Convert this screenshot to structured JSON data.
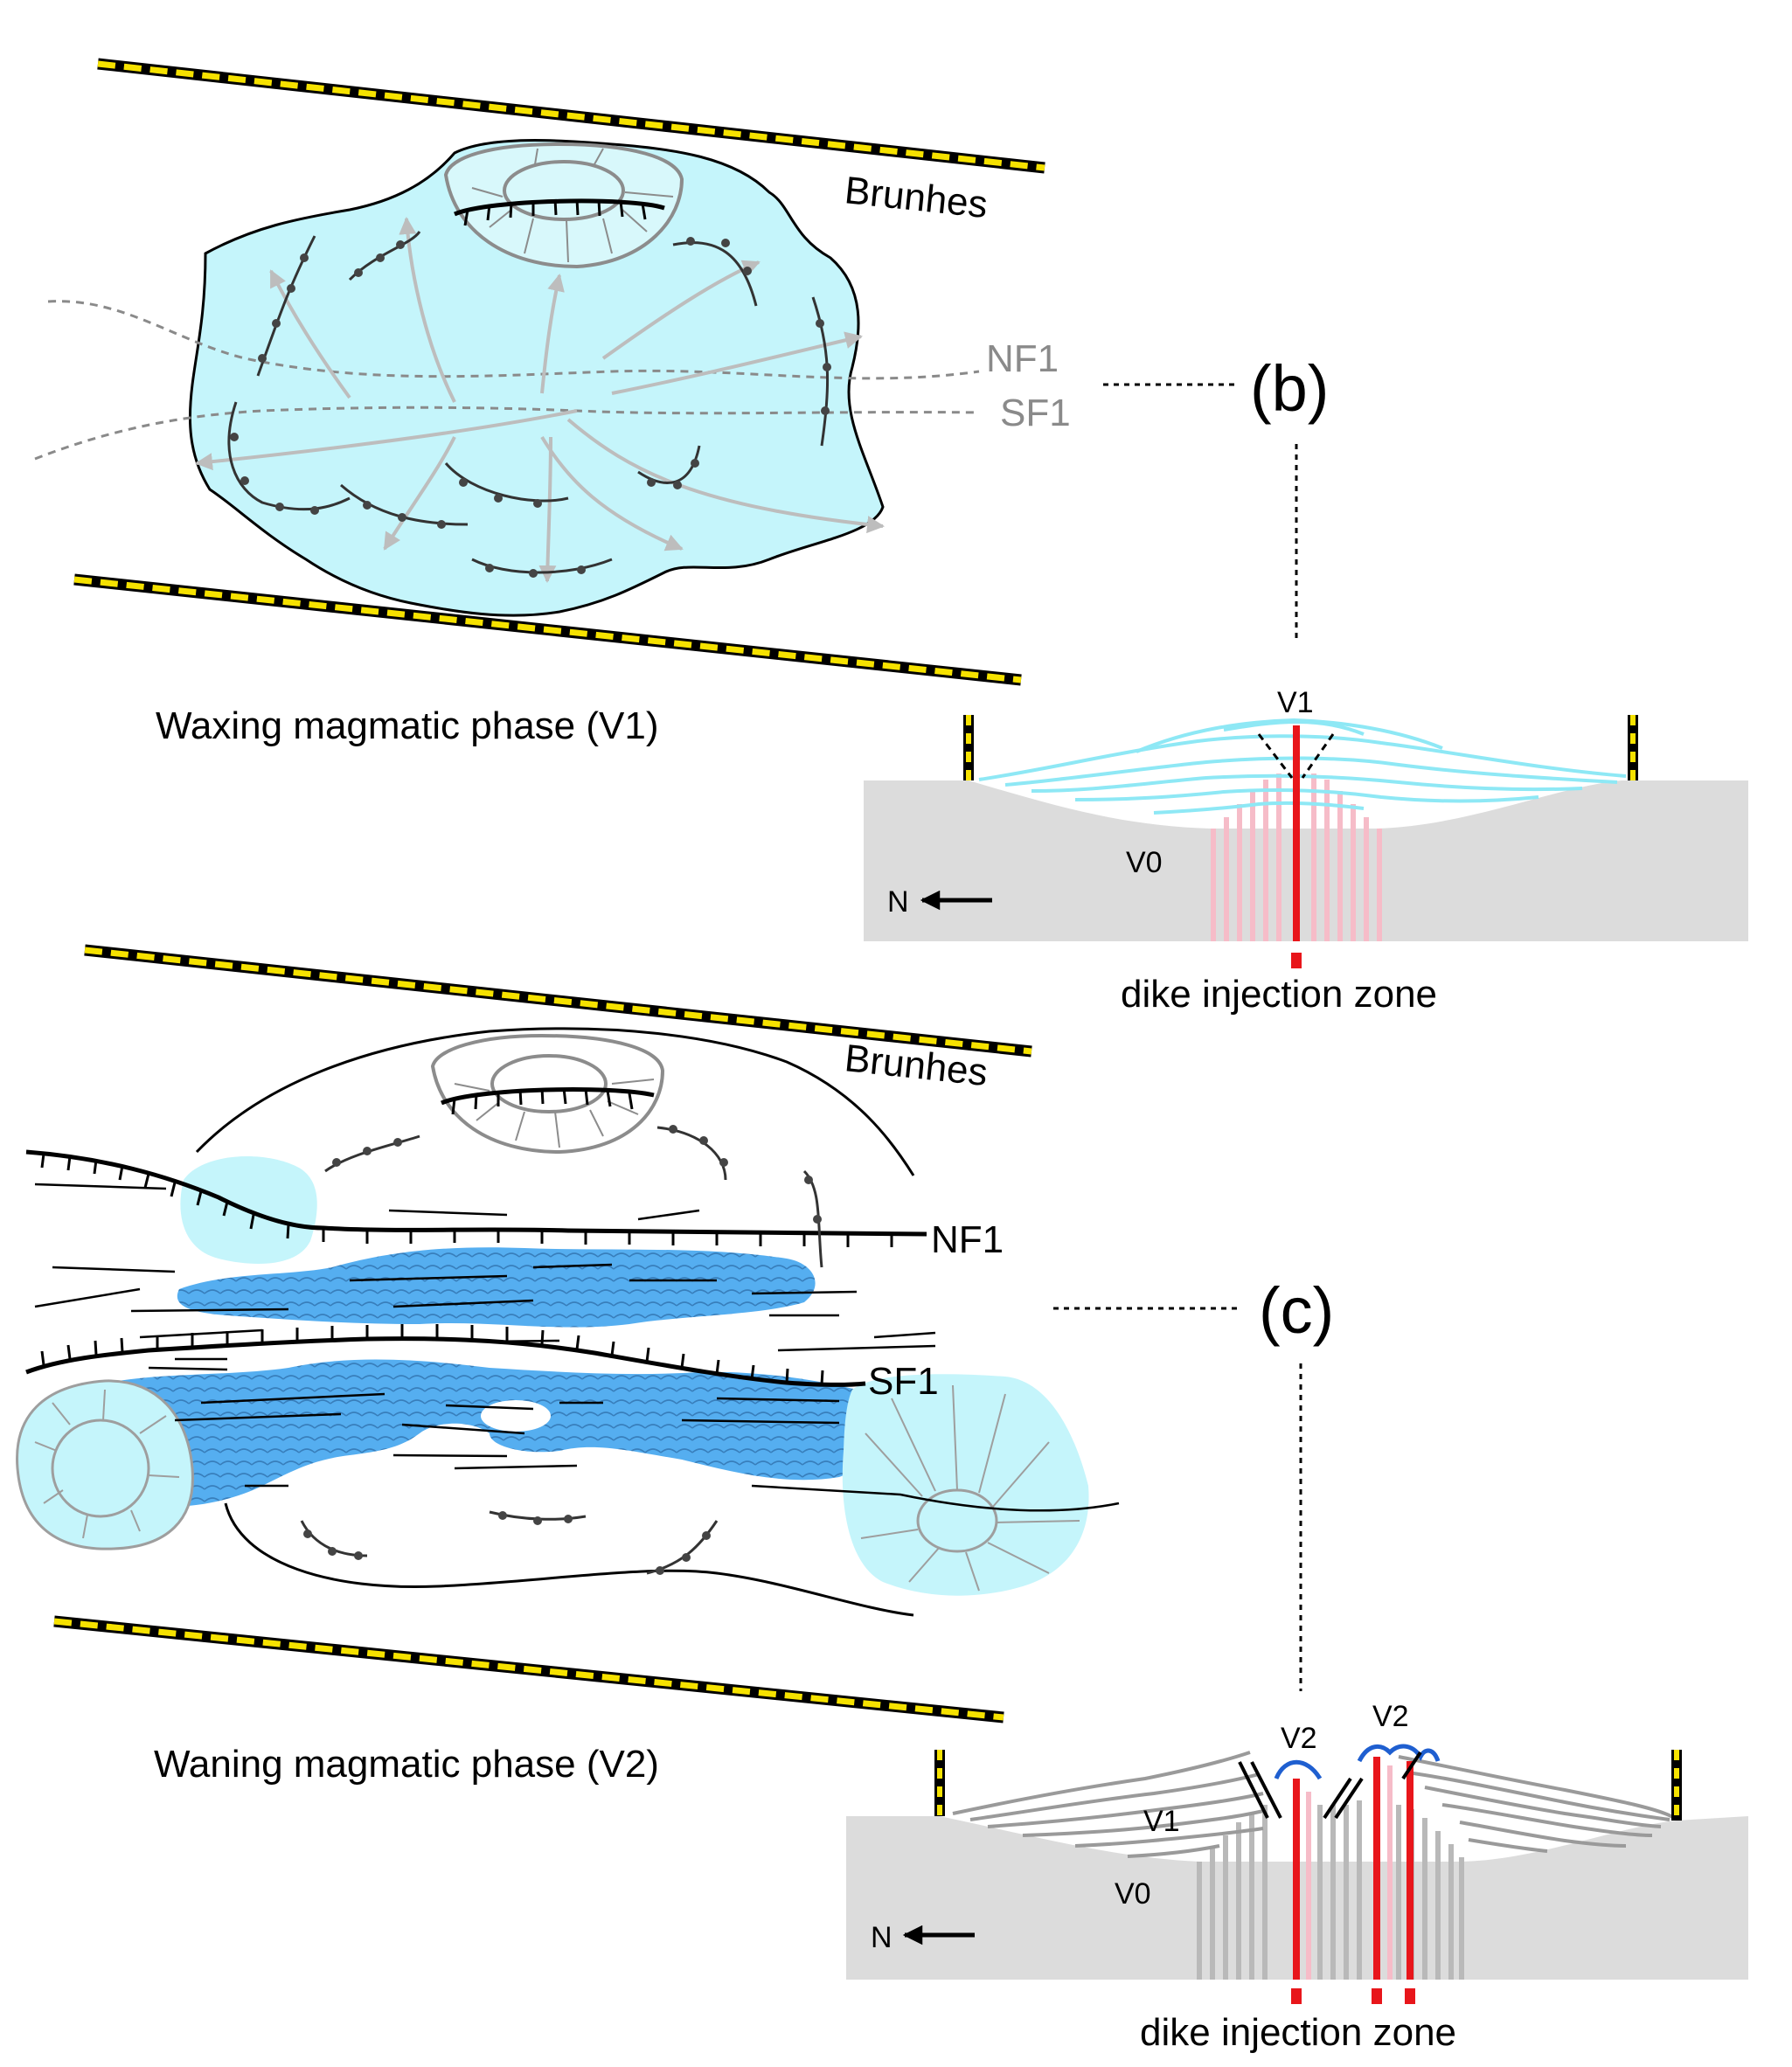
{
  "panel_top": {
    "brunhes": "Brunhes",
    "nf1": "NF1",
    "sf1": "SF1",
    "phase_title": "Waxing magmatic phase (V1)",
    "panel_letter": "(b)"
  },
  "section_b": {
    "v1": "V1",
    "v0": "V0",
    "north": "N",
    "dike_caption": "dike injection zone"
  },
  "panel_bottom": {
    "brunhes": "Brunhes",
    "nf1": "NF1",
    "sf1": "SF1",
    "phase_title": "Waning magmatic phase (V2)",
    "panel_letter": "(c)"
  },
  "section_c": {
    "v2_left": "V2",
    "v2_right": "V2",
    "v1": "V1",
    "v0": "V0",
    "north": "N",
    "dike_caption": "dike injection zone"
  },
  "colors": {
    "light_cyan": "#c5f5fb",
    "mid_blue": "#55aef0",
    "crust_gray": "#dcdcdc",
    "dike_red": "#e8161b",
    "dike_pink": "#f6bcc8",
    "boundary_yellow": "#f6e200",
    "v2_flow_blue": "#1f5fd0",
    "arrow_gray": "#bdbdbd"
  },
  "icons": [
    "north-arrow-icon",
    "seamount-icon",
    "fault-scarp-icon"
  ]
}
